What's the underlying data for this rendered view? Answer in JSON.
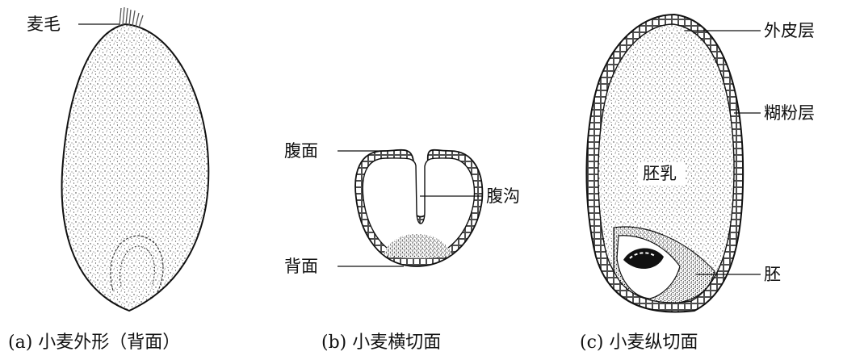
{
  "figure_a": {
    "label_awn": "麦毛",
    "caption": "(a) 小麦外形（背面）"
  },
  "figure_b": {
    "label_ventral": "腹面",
    "label_crease": "腹沟",
    "label_dorsal": "背面",
    "caption": "(b) 小麦横切面"
  },
  "figure_c": {
    "label_pericarp": "外皮层",
    "label_aleurone": "糊粉层",
    "label_endosperm": "胚乳",
    "label_embryo": "胚",
    "caption": "(c) 小麦纵切面"
  }
}
